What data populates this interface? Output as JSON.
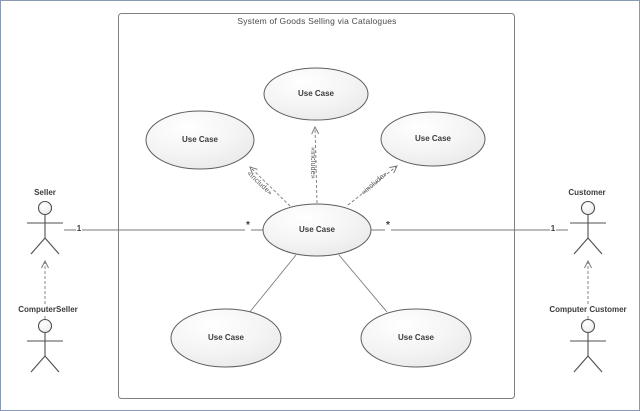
{
  "system_boundary": {
    "title": "System of Goods Selling via Catalogues"
  },
  "use_cases": [
    {
      "id": "top-center",
      "label": "Use Case"
    },
    {
      "id": "upper-left",
      "label": "Use Case"
    },
    {
      "id": "upper-right",
      "label": "Use Case"
    },
    {
      "id": "center",
      "label": "Use Case"
    },
    {
      "id": "bottom-left",
      "label": "Use Case"
    },
    {
      "id": "bottom-right",
      "label": "Use Case"
    }
  ],
  "actors": [
    {
      "id": "seller",
      "label": "Seller"
    },
    {
      "id": "computer-seller",
      "label": "ComputerSeller"
    },
    {
      "id": "customer",
      "label": "Customer"
    },
    {
      "id": "computer-customer",
      "label": "Computer Customer"
    }
  ],
  "connectors": {
    "include_label": "«include»",
    "multiplicity_one": "1",
    "multiplicity_many": "*"
  },
  "colors": {
    "frame": "#8799b3",
    "boundary_stroke": "#7f7f7f",
    "shape_stroke": "#5e5e5e",
    "connector_stroke": "#7a7a7a",
    "shape_fill_light": "#ffffff",
    "shape_fill_dark": "#e7e7e7",
    "text": "#3c3c3c"
  }
}
